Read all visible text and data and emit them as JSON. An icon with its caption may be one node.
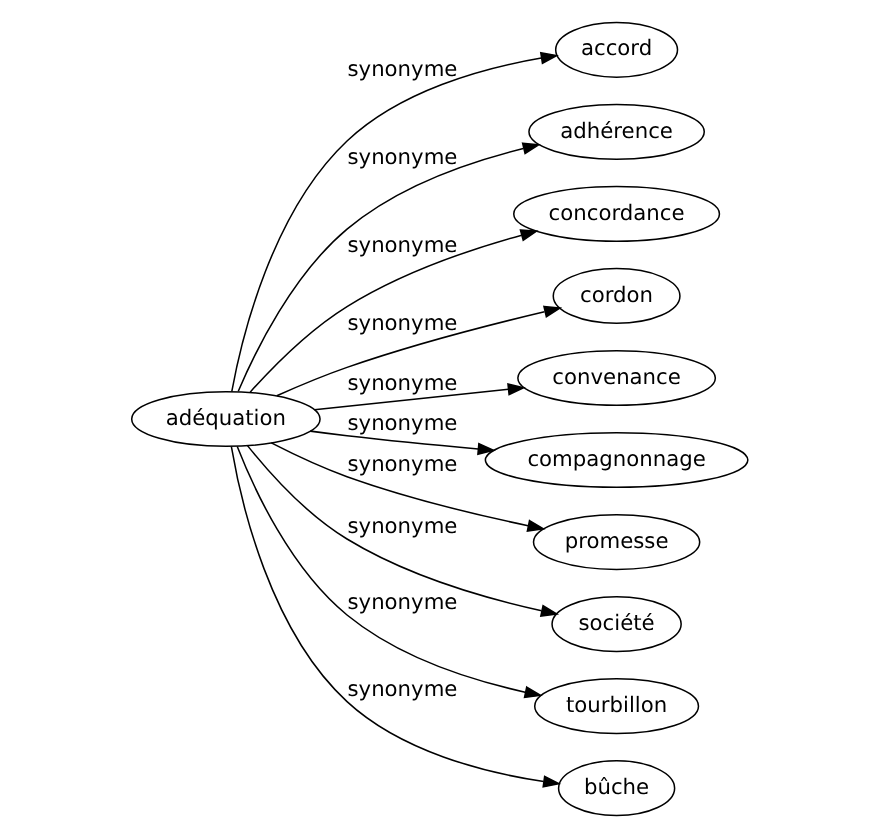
{
  "diagram": {
    "nodes": [
      {
        "text": [
          "adéquation"
        ]
      },
      {
        "text": [
          "accord"
        ]
      },
      {
        "text": [
          "adhérence"
        ]
      },
      {
        "text": [
          "concordance"
        ]
      },
      {
        "text": [
          "cordon"
        ]
      },
      {
        "text": [
          "convenance"
        ]
      },
      {
        "text": [
          "compagnonnage"
        ]
      },
      {
        "text": [
          "promesse"
        ]
      },
      {
        "text": [
          "société"
        ]
      },
      {
        "text": [
          "tourbillon"
        ]
      },
      {
        "text": [
          "bûche"
        ]
      }
    ],
    "edges": [
      {
        "from": 0,
        "to": 1,
        "arrow": "to",
        "label": "synonyme"
      },
      {
        "from": 0,
        "to": 2,
        "arrow": "to",
        "label": "synonyme"
      },
      {
        "from": 0,
        "to": 3,
        "arrow": "to",
        "label": "synonyme"
      },
      {
        "from": 0,
        "to": 4,
        "arrow": "to",
        "label": "synonyme"
      },
      {
        "from": 0,
        "to": 5,
        "arrow": "to",
        "label": "synonyme"
      },
      {
        "from": 0,
        "to": 6,
        "arrow": "to",
        "label": "synonyme"
      },
      {
        "from": 0,
        "to": 7,
        "arrow": "to",
        "label": "synonyme"
      },
      {
        "from": 0,
        "to": 8,
        "arrow": "to",
        "label": "synonyme"
      },
      {
        "from": 0,
        "to": 9,
        "arrow": "to",
        "label": "synonyme"
      },
      {
        "from": 0,
        "to": 10,
        "arrow": "to",
        "label": "synonyme"
      }
    ]
  }
}
